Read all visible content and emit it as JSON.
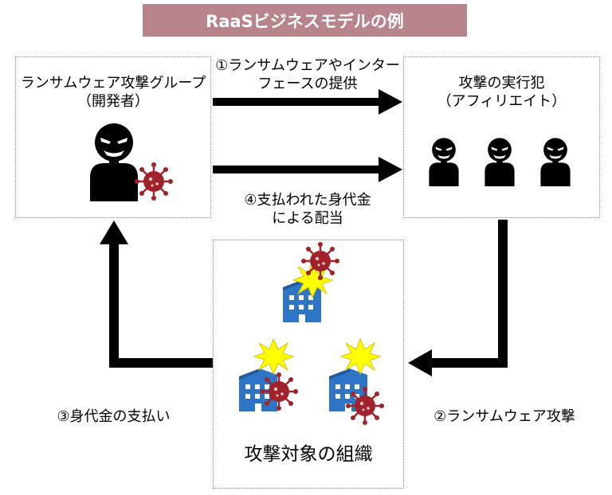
{
  "title": "RaaSビジネスモデルの例",
  "developer": {
    "line1": "ランサムウェア攻撃グループ",
    "line2": "（開発者）"
  },
  "affiliate": {
    "line1": "攻撃の実行犯",
    "line2": "（アフィリエイト）"
  },
  "target": {
    "label": "攻撃対象の組織"
  },
  "steps": {
    "s1": {
      "line1": "①ランサムウェアやインター",
      "line2": "フェースの提供"
    },
    "s2": {
      "line1": "②ランサムウェア攻撃"
    },
    "s3": {
      "line1": "③身代金の支払い"
    },
    "s4": {
      "line1": "④支払われた身代金",
      "line2": "による配当"
    }
  },
  "colors": {
    "title_bg": "#b7848c",
    "virus": "#a0222a",
    "building": "#2e75c6",
    "flash": "#ffff00",
    "arrow": "#000000"
  }
}
